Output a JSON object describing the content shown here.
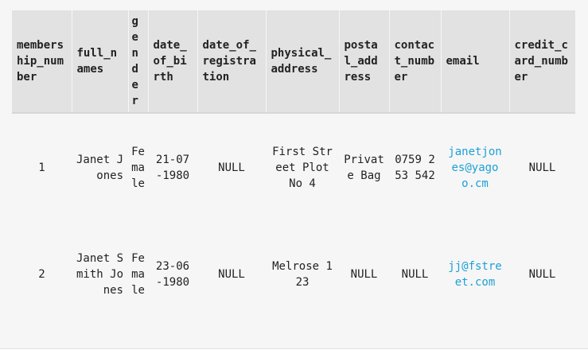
{
  "table": {
    "headers": {
      "membership_number": "membership_number",
      "full_names": "full_names",
      "gender": "gender",
      "date_of_birth": "date_of_birth",
      "date_of_registration": "date_of_registration",
      "physical_address": "physical_address",
      "postal_address": "postal_address",
      "contact_number": "contact_number",
      "email": "email",
      "credit_card_number": "credit_card_number"
    },
    "rows": [
      {
        "membership_number": "1",
        "full_names": "Janet Jones",
        "gender": "Female",
        "date_of_birth": "21-07-1980",
        "date_of_registration": "NULL",
        "physical_address": "First Street Plot No 4",
        "postal_address": "Private Bag",
        "contact_number": "0759 253 542",
        "email": "janetjones@yagoo.cm",
        "credit_card_number": "NULL"
      },
      {
        "membership_number": "2",
        "full_names": "Janet Smith Jones",
        "gender": "Female",
        "date_of_birth": "23-06-1980",
        "date_of_registration": "NULL",
        "physical_address": "Melrose 123",
        "postal_address": "NULL",
        "contact_number": "NULL",
        "email": "jj@fstreet.com",
        "credit_card_number": "NULL"
      }
    ]
  },
  "colors": {
    "background": "#f6f6f6",
    "header_background": "#e2e2e2",
    "link": "#1ba1d6"
  }
}
